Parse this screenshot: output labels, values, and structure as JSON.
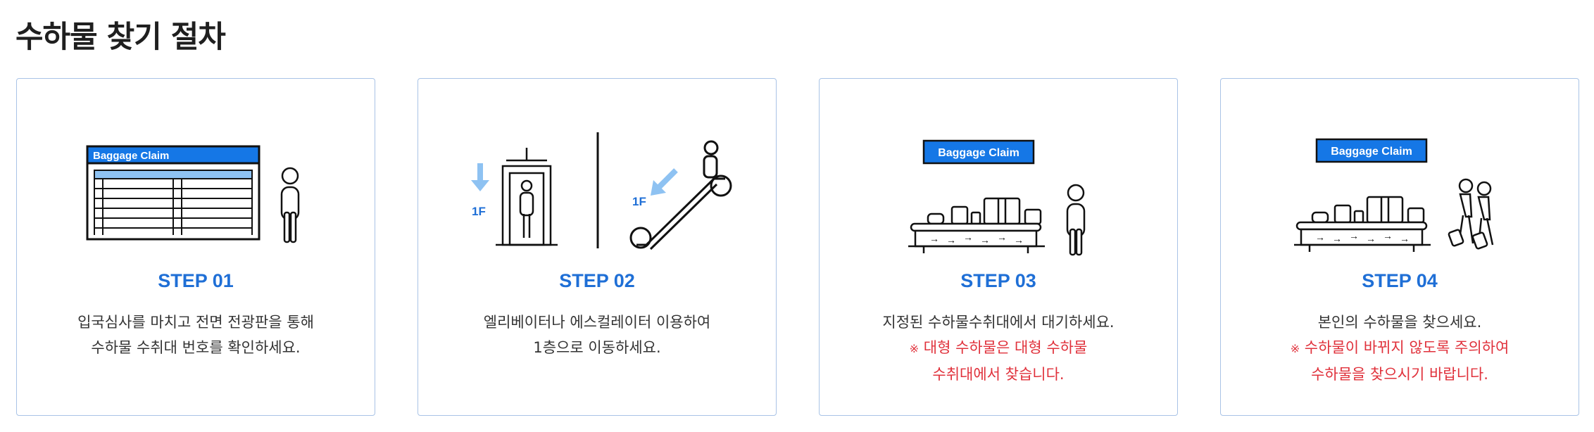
{
  "page": {
    "title": "수하물 찾기 절차"
  },
  "steps": [
    {
      "label": "STEP 01",
      "lines": [
        "입국심사를 마치고 전면 전광판을 통해",
        "수하물 수취대 번호를 확인하세요."
      ],
      "notes": [],
      "board_text": "Baggage Claim"
    },
    {
      "label": "STEP 02",
      "lines": [
        "엘리베이터나 에스컬레이터 이용하여",
        "1층으로 이동하세요."
      ],
      "notes": [],
      "floor_left": "1F",
      "floor_right": "1F"
    },
    {
      "label": "STEP 03",
      "lines": [
        "지정된 수하물수취대에서 대기하세요."
      ],
      "note_symbol": "※",
      "notes": [
        "대형 수하물은 대형 수하물",
        "수취대에서 찾습니다."
      ],
      "board_text": "Baggage Claim"
    },
    {
      "label": "STEP 04",
      "lines": [
        "본인의 수하물을 찾으세요."
      ],
      "note_symbol": "※",
      "notes": [
        "수하물이 바뀌지 않도록 주의하여",
        "수하물을 찾으시기 바랍니다."
      ],
      "board_text": "Baggage Claim"
    }
  ],
  "colors": {
    "accent": "#1f6fd6",
    "warning": "#e0313b",
    "board": "#1577e6",
    "card_border": "#a9c3e6",
    "arrow_light": "#8ec2f2"
  }
}
